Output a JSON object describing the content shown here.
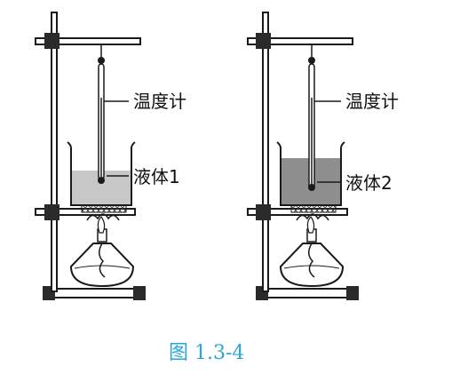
{
  "apparatus_left": {
    "thermometer_label": "温度计",
    "liquid_label": "液体1",
    "liquid_color": "#c7c7c7"
  },
  "apparatus_right": {
    "thermometer_label": "温度计",
    "liquid_label": "液体2",
    "liquid_color": "#8e8e8e"
  },
  "figure_caption": "图 1.3-4",
  "colors": {
    "line": "#1a1a1a",
    "caption": "#2aa6d6",
    "clamp": "#2a2a2a"
  }
}
